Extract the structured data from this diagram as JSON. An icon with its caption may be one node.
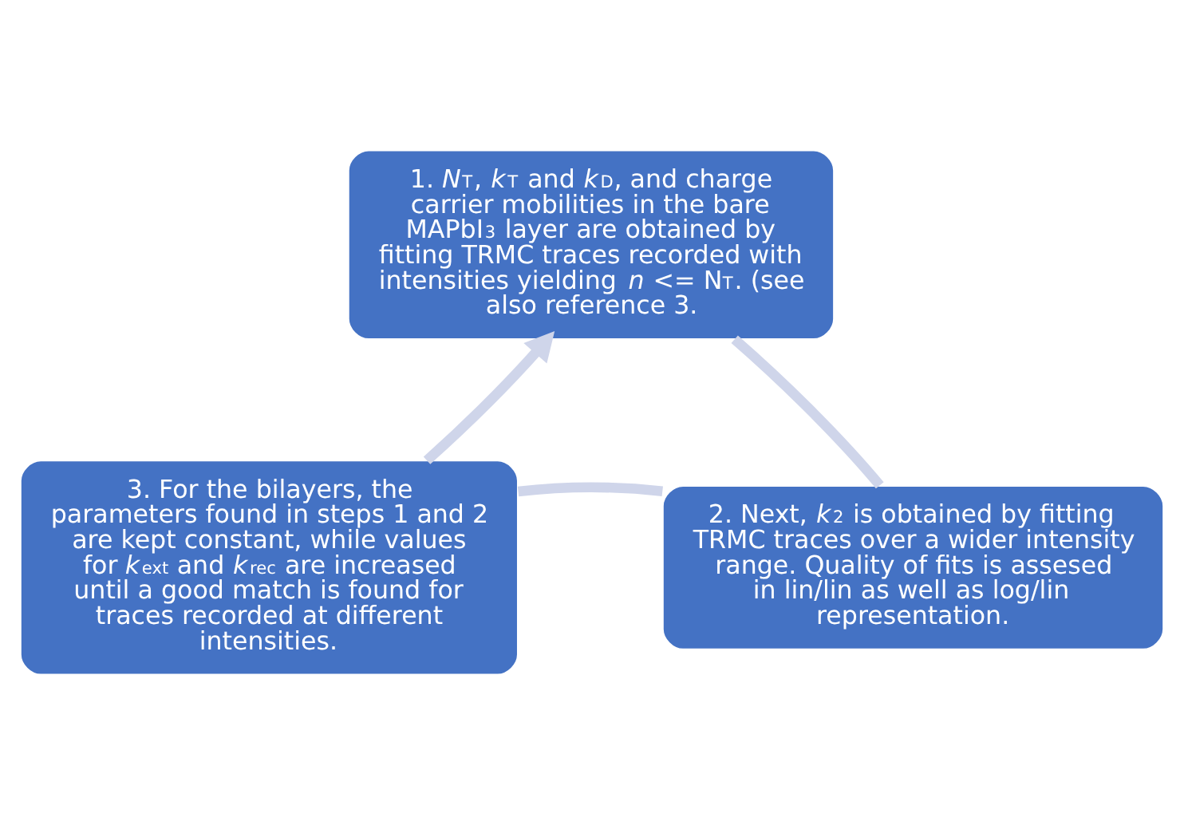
{
  "diagram": {
    "nodes": [
      {
        "text": [
          "1. *N*$_{T}$, *k*$_{T}$ and *k*$_{D}$, and charge carrier mobilities in the bare MAPbI$_{3}$ layer are obtained by fitting TRMC traces recorded with intensities yielding *n* <= N$_{T}$. (see also reference 3."
        ]
      },
      {
        "text": [
          "2. Next, *k*$_{2}$ is obtained by fitting TRMC traces over a wider intensity range. Quality of fits is assesed in lin/lin as well as log/lin representation."
        ]
      },
      {
        "text": [
          "3. For the bilayers, the parameters found in steps 1 and 2 are kept constant, while values for *k*$_{ext}$ and *k*$_{rec}$ are increased until a good match is found for traces recorded at different intensities."
        ]
      }
    ],
    "edges": [
      {
        "from": 0,
        "to": 1,
        "arrow": "none"
      },
      {
        "from": 1,
        "to": 2,
        "arrow": "none"
      },
      {
        "from": 2,
        "to": 0,
        "arrow": "to"
      }
    ]
  }
}
